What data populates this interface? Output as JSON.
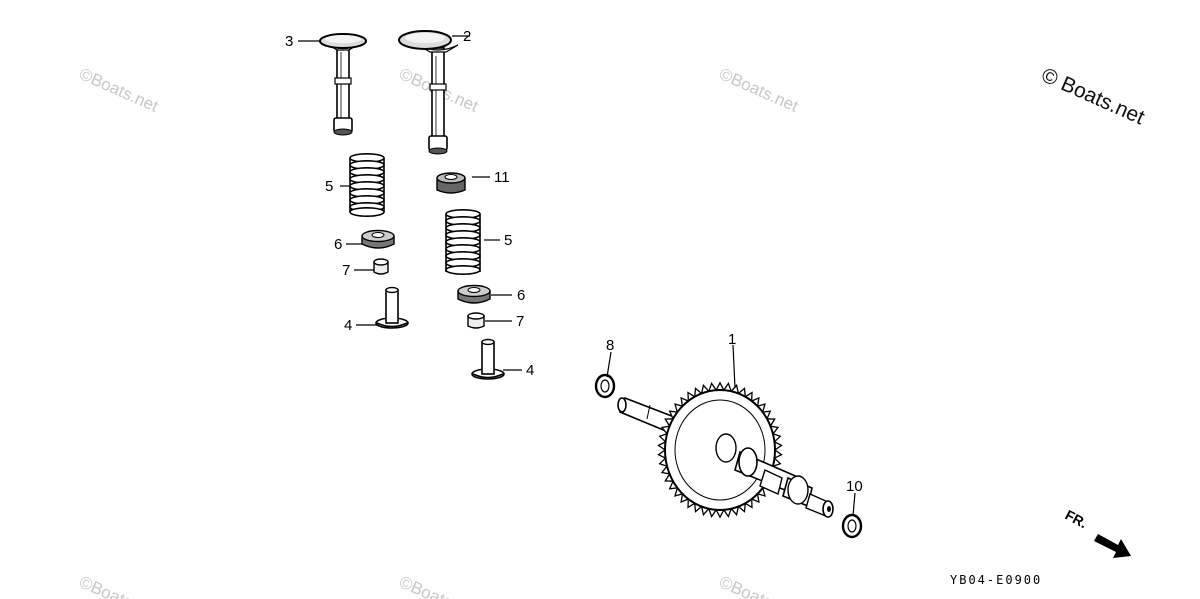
{
  "watermarks": {
    "text": "©Boats.net"
  },
  "brand": {
    "text": "© Boats.net"
  },
  "callouts": {
    "c1": "1",
    "c2": "2",
    "c3": "3",
    "c4a": "4",
    "c4b": "4",
    "c5a": "5",
    "c5b": "5",
    "c6a": "6",
    "c6b": "6",
    "c7a": "7",
    "c7b": "7",
    "c8": "8",
    "c10": "10",
    "c11": "11"
  },
  "diagram_code": "YB04-E0900",
  "direction": {
    "label": "FR."
  }
}
